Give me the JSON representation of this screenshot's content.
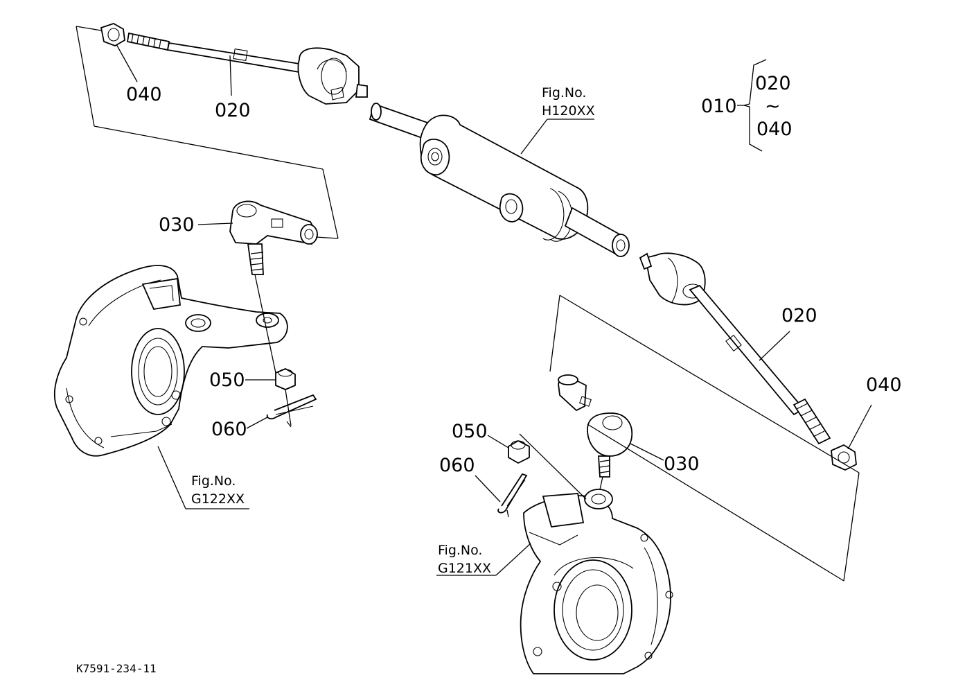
{
  "diagram": {
    "labels": {
      "p040_top": "040",
      "p020_top": "020",
      "p030_left": "030",
      "p050_left": "050",
      "p060_left": "060",
      "p010": "010",
      "p020_bracket": "020",
      "p_tilde": "~",
      "p040_bracket": "040",
      "p020_right": "020",
      "p040_right": "040",
      "p050_right": "050",
      "p060_right": "060",
      "p030_right": "030"
    },
    "figrefs": {
      "h120_line1": "Fig.No.",
      "h120_line2": "H120XX",
      "g122_line1": "Fig.No.",
      "g122_line2": "G122XX",
      "g121_line1": "Fig.No.",
      "g121_line2": "G121XX"
    },
    "drawing_code": "K7591-234-11"
  }
}
